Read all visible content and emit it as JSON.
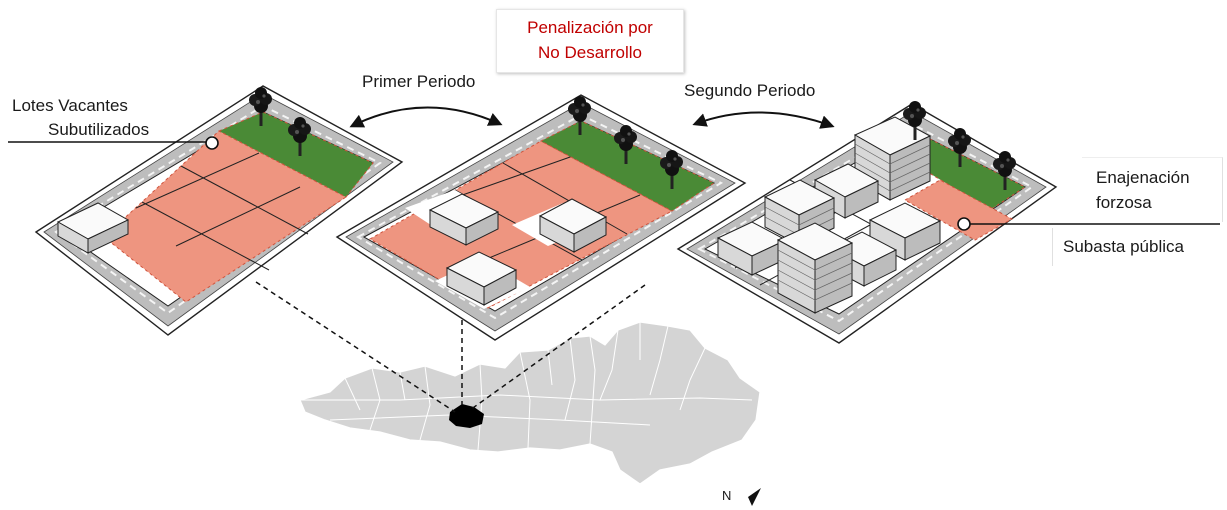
{
  "labels": {
    "vacant_lots": "Lotes Vacantes",
    "underused": "Subutilizados",
    "first_period": "Primer Periodo",
    "second_period": "Segundo Periodo",
    "penalty_line1": "Penalización por",
    "penalty_line2": "No Desarrollo",
    "forced_sale_line1": "Enajenación",
    "forced_sale_line2": "forzosa",
    "public_auction": "Subasta pública",
    "north": "N"
  },
  "colors": {
    "vacant_lot": "#ee9580",
    "green_area": "#4a8a36",
    "road": "#bdbdbd",
    "map_fill": "#d4d4d4",
    "highlight_district": "#000000",
    "penalty_text": "#c00000"
  },
  "icons": {
    "tree": "tree-icon",
    "building": "building-icon",
    "north_arrow": "north-arrow-icon",
    "cycle_arrow": "double-arrow-icon"
  }
}
